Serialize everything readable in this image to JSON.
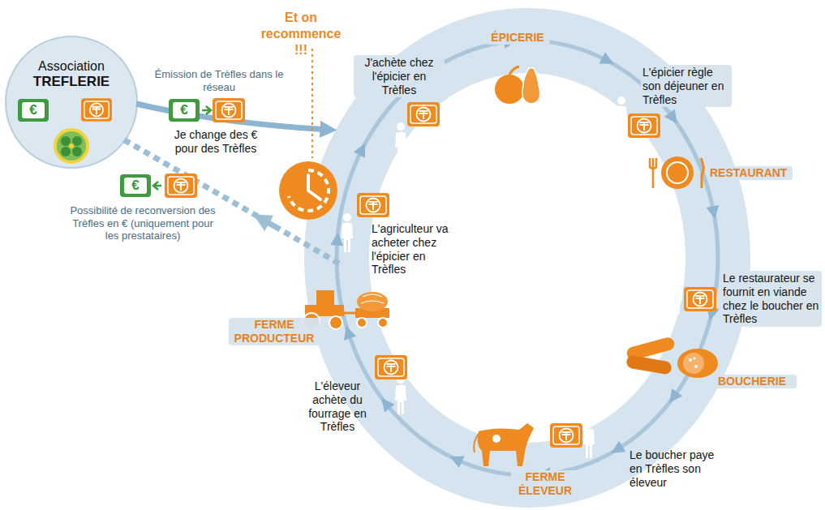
{
  "diagram": {
    "nodes": [
      {
        "text": [
          "Association",
          "TREFLERIE"
        ]
      }
    ],
    "labels": [
      "Et on recommence !!!",
      "Émission de Trèfles dans le réseau",
      "€",
      "€",
      "Je change des € pour des Trèfles",
      "€",
      "Possibilité de reconversion des Trèfles en € (uniquement pour les prestataires)",
      "ÉPICERIE",
      "J'achète chez l'épicier en Trèfles",
      "L'épicier règle son déjeuner en Trèfles",
      "RESTAURANT",
      "Le restaurateur se fournit en viande chez le boucher en Trèfles",
      "BOUCHERIE",
      "Le boucher paye en Trèfles son éleveur",
      "FERME ÉLEVEUR",
      "L'éleveur achète du fourrage en Trèfles",
      "FERME PRODUCTEUR",
      "L'agriculteur va acheter chez l'épicier en Trèfles"
    ]
  }
}
